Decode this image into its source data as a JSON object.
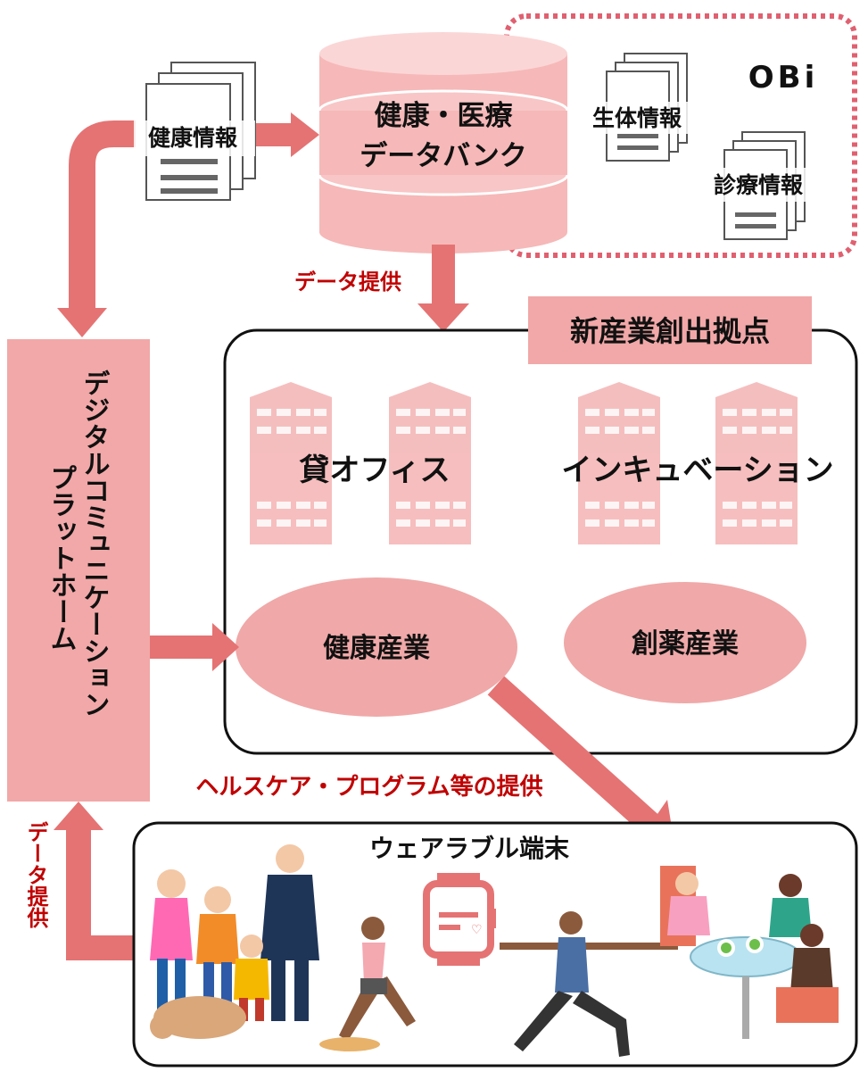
{
  "colors": {
    "arrow": "#e57373",
    "platform": "#f2a8a8",
    "ellipse": "#f0a8a8",
    "building": "#f4b3b3",
    "label_red": "#c00000",
    "obi_border": "#e06070"
  },
  "labels": {
    "health_info": "健康情報",
    "databank_line1": "健康・医療",
    "databank_line2": "データバンク",
    "bio_info": "生体情報",
    "medical_info": "診療情報",
    "obi": "OBi",
    "data_provision_top": "データ提供",
    "hub": "新産業創出拠点",
    "rental_office": "貸オフィス",
    "incubation": "インキュベーション",
    "health_industry": "健康産業",
    "drug_industry": "創薬産業",
    "platform_line1": "デジタルコミュニケーション",
    "platform_line2": "プラットホーム",
    "healthcare_program": "ヘルスケア・プログラム等の提供",
    "wearable": "ウェアラブル端末",
    "data_provision_left": "データ提供"
  },
  "icons": [
    "document-icon",
    "database-icon",
    "building-icon",
    "smartwatch-icon",
    "family-illustration",
    "runner-illustration",
    "yoga-illustration",
    "meeting-illustration"
  ]
}
